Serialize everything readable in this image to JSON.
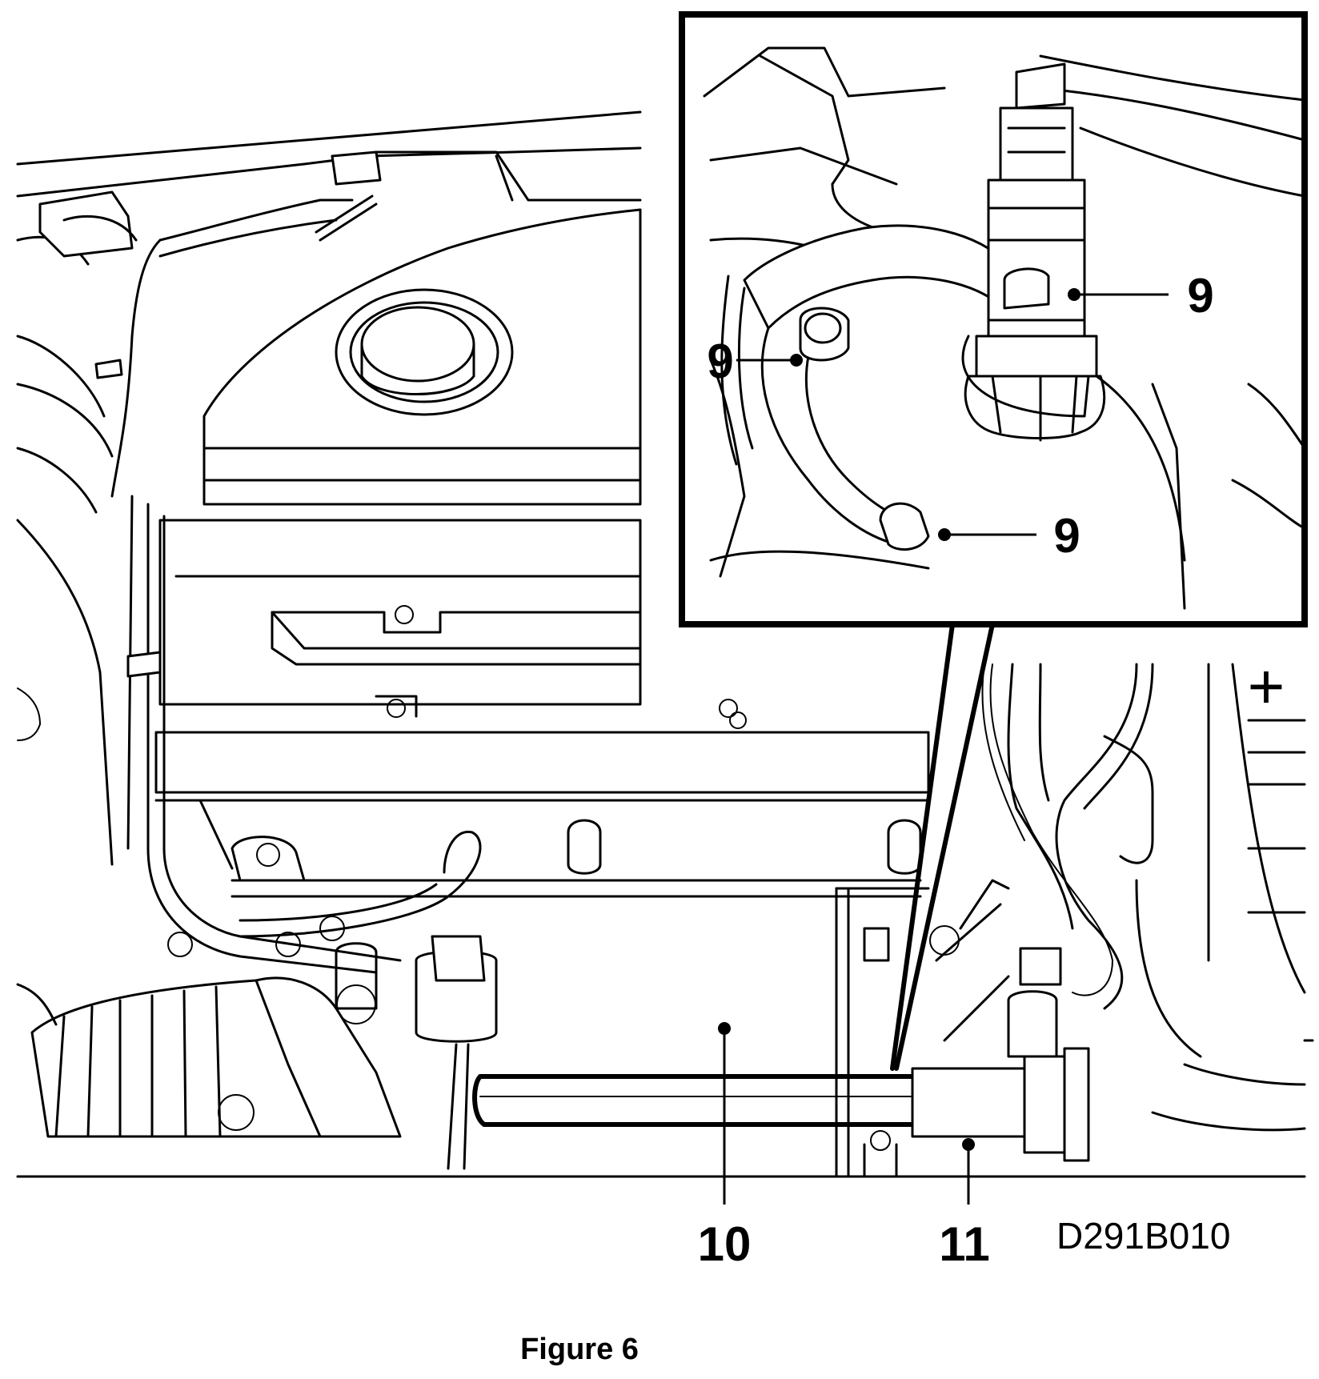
{
  "figure": {
    "caption": "Figure 6",
    "drawing_code": "D291B010"
  },
  "callouts": {
    "inset_top_right": "9",
    "inset_left": "9",
    "inset_bottom": "9",
    "main_left": "10",
    "main_right": "11"
  },
  "symbols": {
    "battery_plus": "+"
  }
}
